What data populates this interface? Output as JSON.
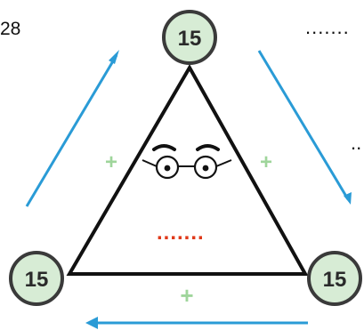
{
  "labels": {
    "top_left_number": "28",
    "top_right_dots": ".......",
    "right_partial_dots": "..",
    "center_dots": "......."
  },
  "nodes": {
    "top": "15",
    "bottom_left": "15",
    "bottom_right": "15"
  },
  "operators": {
    "left": "+",
    "right": "+",
    "bottom": "+"
  },
  "colors": {
    "node_fill": "#d7ecd5",
    "node_stroke": "#3a3a3a",
    "triangle_stroke": "#111111",
    "arrow": "#2a9bd6",
    "plus": "#9fd59b",
    "center_dots": "#e0391a"
  }
}
